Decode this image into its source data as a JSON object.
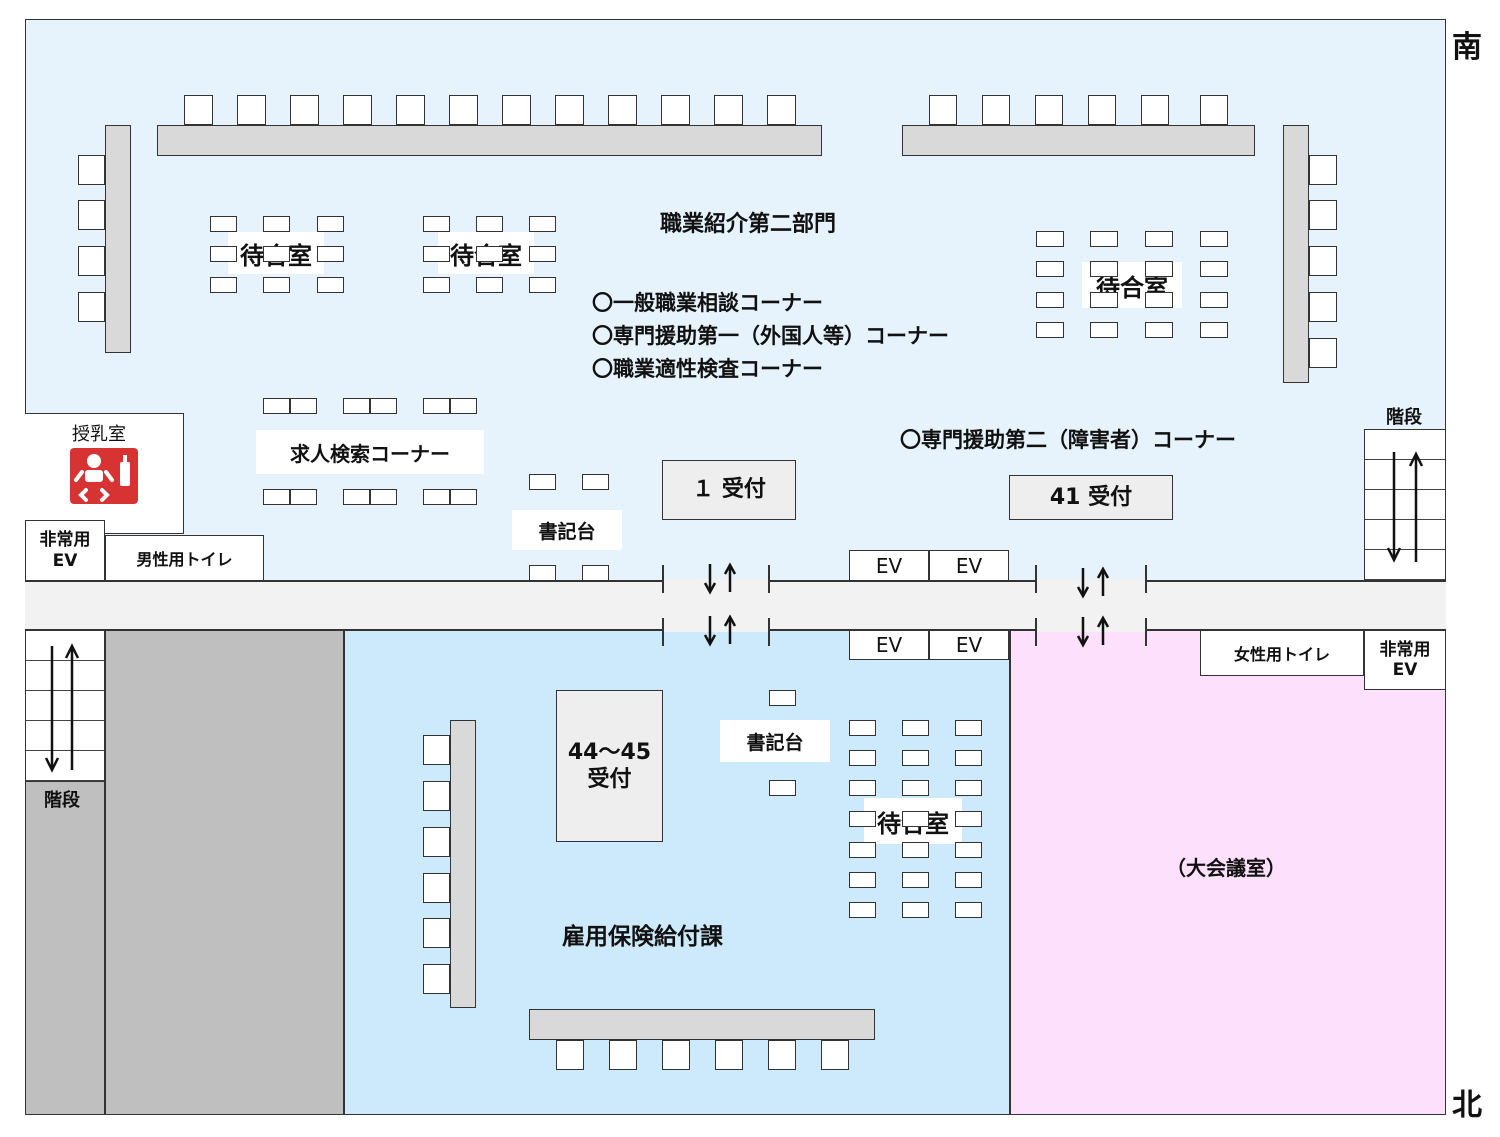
{
  "compass": {
    "south": "南",
    "north": "北"
  },
  "departments": {
    "job_placement_2": "職業紹介第二部門",
    "employment_insurance": "雇用保険給付課",
    "large_conference": "（大会議室）"
  },
  "corners": {
    "general_consultation": "〇一般職業相談コーナー",
    "special_support_1": "〇専門援助第一（外国人等）コーナー",
    "aptitude_test": "〇職業適性検査コーナー",
    "special_support_2": "〇専門援助第二（障害者）コーナー",
    "job_search": "求人検索コーナー"
  },
  "waiting_room": "待合室",
  "writing_desk": "書記台",
  "reception": {
    "r1": "１ 受付",
    "r41": "41 受付",
    "r44_45_line1": "44～45",
    "r44_45_line2": "受付"
  },
  "facilities": {
    "nursing_room": "授乳室",
    "emergency_ev_line1": "非常用",
    "emergency_ev_line2": "EV",
    "mens_toilet": "男性用トイレ",
    "womens_toilet": "女性用トイレ",
    "stairs": "階段",
    "ev": "EV"
  },
  "icons": {
    "nursing": "baby-bottle-icon"
  },
  "colors": {
    "south_area": "#e6f3fd",
    "north_area": "#cdeafc",
    "conference": "#fde0fb",
    "restricted": "#bfbfbf",
    "corridor": "#f2f2f2",
    "nursing_icon": "#d73333"
  }
}
